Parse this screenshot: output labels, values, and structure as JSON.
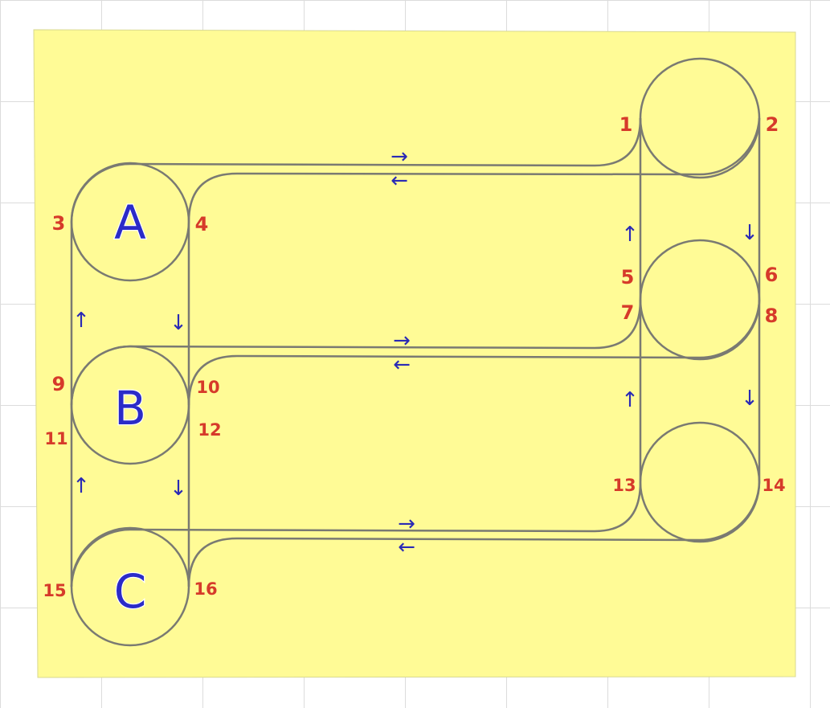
{
  "loops": {
    "a": "A",
    "b": "B",
    "c": "C"
  },
  "nodes": {
    "n1": "1",
    "n2": "2",
    "n3": "3",
    "n4": "4",
    "n5": "5",
    "n6": "6",
    "n7": "7",
    "n8": "8",
    "n9": "9",
    "n10": "10",
    "n11": "11",
    "n12": "12",
    "n13": "13",
    "n14": "14",
    "n15": "15",
    "n16": "16"
  },
  "arrows": {
    "right": "→",
    "left": "←",
    "up": "↑",
    "down": "↓"
  },
  "colors": {
    "board": "#fffb96",
    "track": "#7a7a72",
    "node_label": "#d63a2a",
    "loop_label": "#2b2bc8",
    "arrow": "#2a2ab5"
  }
}
